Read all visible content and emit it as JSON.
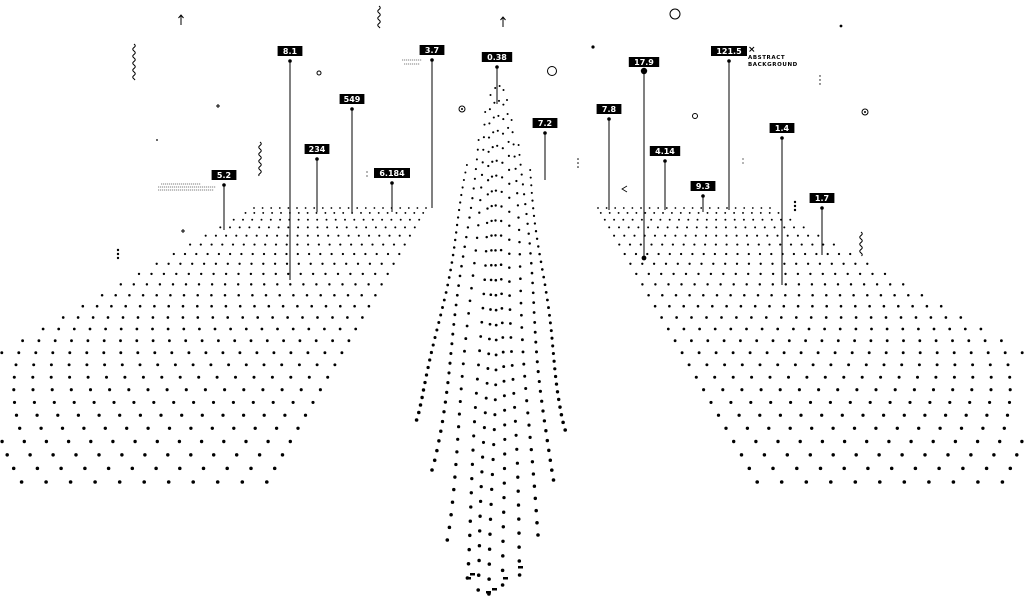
{
  "caption": {
    "close_symbol": "×",
    "line1": "ABSTRACT",
    "line2": "BACKGROUND"
  },
  "value_tags": [
    "5.2",
    "8.1",
    "234",
    "549",
    "6.184",
    "3.7",
    "0.38",
    "7.2",
    "7.8",
    "17.9",
    "4.14",
    "9.3",
    "121.5",
    "1.4",
    "1.7"
  ],
  "colors": {
    "background": "#ffffff",
    "ink": "#000000"
  }
}
